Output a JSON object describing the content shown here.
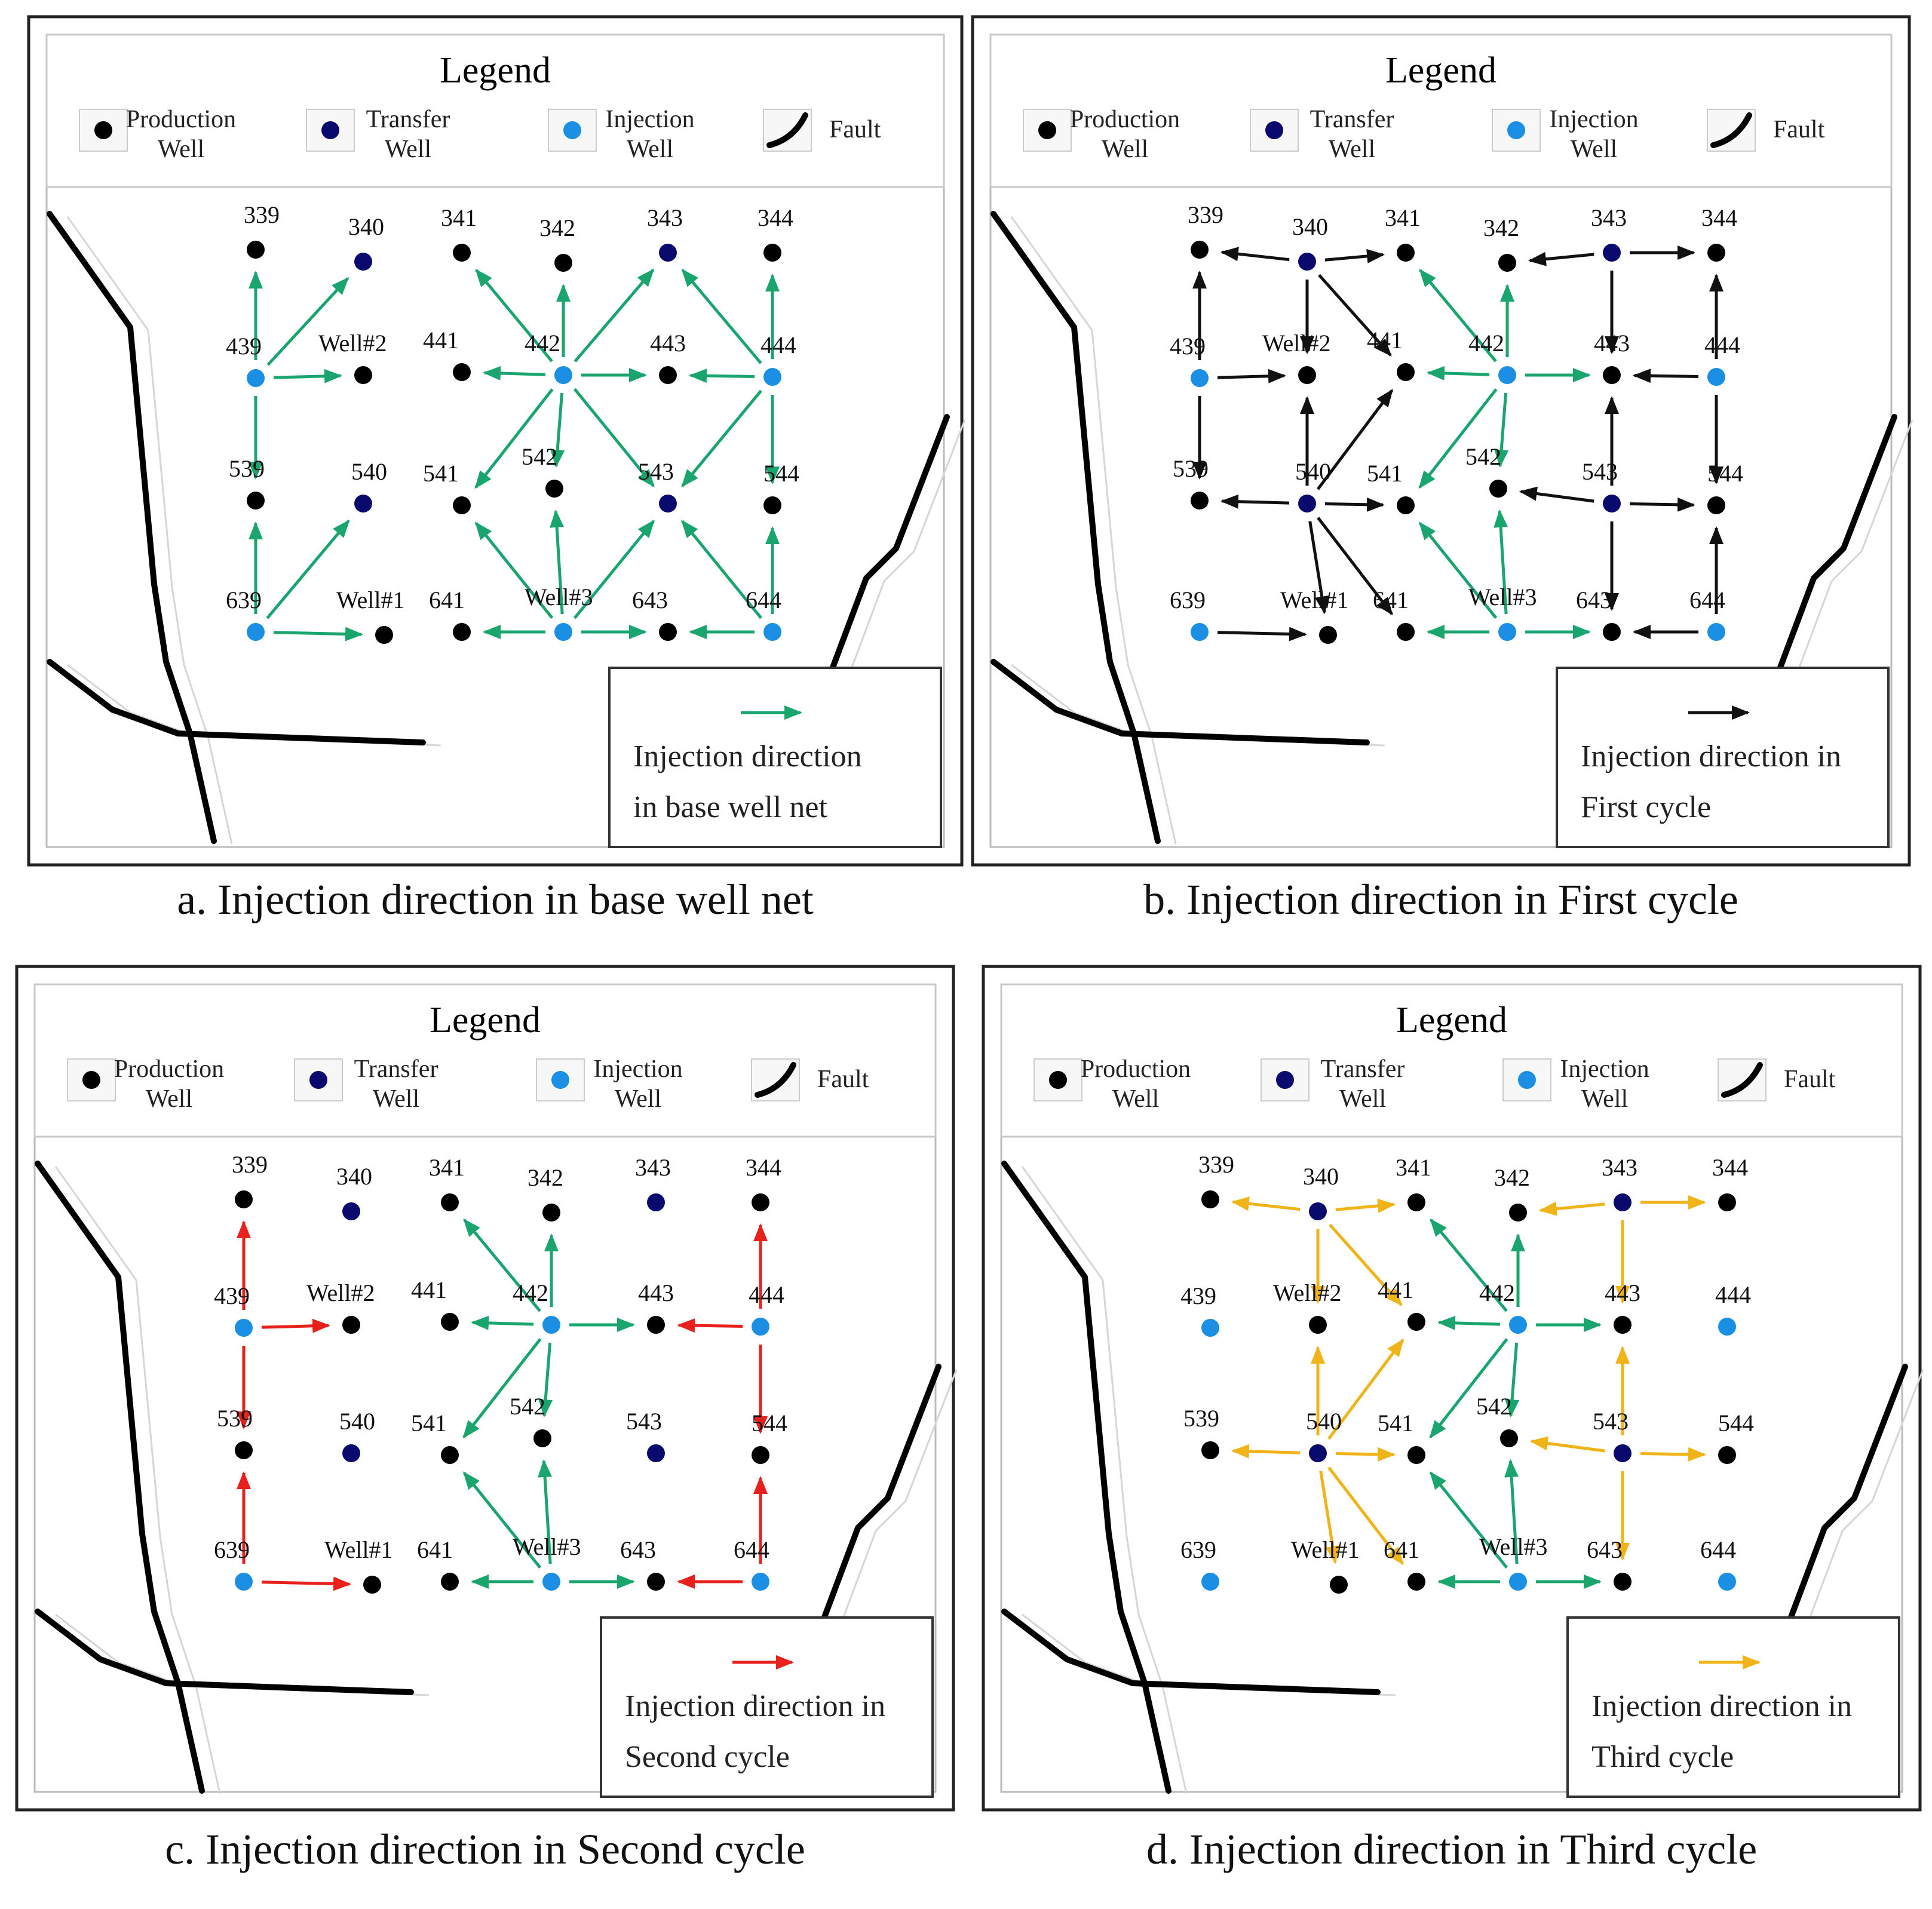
{
  "colors": {
    "production": "#000000",
    "transfer": "#0a0a6e",
    "injection": "#1a8fe3",
    "arrow_base": "#1aa56e",
    "arrow_first": "#111111",
    "arrow_second": "#e8211c",
    "arrow_third": "#f0b418",
    "fault": "#000000"
  },
  "legend": {
    "title": "Legend",
    "items": [
      {
        "type": "production",
        "line1": "Production",
        "line2": "Well",
        "icon": "black-dot-icon"
      },
      {
        "type": "transfer",
        "line1": "Transfer",
        "line2": "Well",
        "icon": "navy-dot-icon"
      },
      {
        "type": "injection",
        "line1": "Injection",
        "line2": "Well",
        "icon": "blue-dot-icon"
      },
      {
        "type": "fault",
        "line1": "Fault",
        "line2": "",
        "icon": "fault-line-icon"
      }
    ]
  },
  "well_labels": [
    "339",
    "340",
    "341",
    "342",
    "343",
    "344",
    "439",
    "Well#2",
    "441",
    "442",
    "443",
    "444",
    "539",
    "540",
    "541",
    "542",
    "543",
    "544",
    "639",
    "Well#1",
    "641",
    "Well#3",
    "643",
    "644"
  ],
  "panels": [
    {
      "id": "a",
      "caption": "a. Injection direction in base well net",
      "key_line1": "Injection direction",
      "key_line2": "in base well net",
      "key_color": "arrow_base",
      "well_types": {
        "339": "P",
        "340": "T",
        "341": "P",
        "342": "P",
        "343": "T",
        "344": "P",
        "439": "I",
        "Well#2": "P",
        "441": "P",
        "442": "I",
        "443": "P",
        "444": "I",
        "539": "P",
        "540": "T",
        "541": "P",
        "542": "P",
        "543": "T",
        "544": "P",
        "639": "I",
        "Well#1": "P",
        "641": "P",
        "Well#3": "I",
        "643": "P",
        "644": "I"
      },
      "arrows": [
        {
          "from": "439",
          "to": "339",
          "c": "arrow_base"
        },
        {
          "from": "439",
          "to": "340",
          "c": "arrow_base"
        },
        {
          "from": "439",
          "to": "Well#2",
          "c": "arrow_base"
        },
        {
          "from": "439",
          "to": "539",
          "c": "arrow_base"
        },
        {
          "from": "442",
          "to": "341",
          "c": "arrow_base"
        },
        {
          "from": "442",
          "to": "342",
          "c": "arrow_base"
        },
        {
          "from": "442",
          "to": "343",
          "c": "arrow_base"
        },
        {
          "from": "442",
          "to": "441",
          "c": "arrow_base"
        },
        {
          "from": "442",
          "to": "443",
          "c": "arrow_base"
        },
        {
          "from": "442",
          "to": "541",
          "c": "arrow_base"
        },
        {
          "from": "442",
          "to": "542",
          "c": "arrow_base"
        },
        {
          "from": "442",
          "to": "543",
          "c": "arrow_base"
        },
        {
          "from": "444",
          "to": "343",
          "c": "arrow_base"
        },
        {
          "from": "444",
          "to": "344",
          "c": "arrow_base"
        },
        {
          "from": "444",
          "to": "443",
          "c": "arrow_base"
        },
        {
          "from": "444",
          "to": "543",
          "c": "arrow_base"
        },
        {
          "from": "444",
          "to": "544",
          "c": "arrow_base"
        },
        {
          "from": "639",
          "to": "539",
          "c": "arrow_base"
        },
        {
          "from": "639",
          "to": "540",
          "c": "arrow_base"
        },
        {
          "from": "639",
          "to": "Well#1",
          "c": "arrow_base"
        },
        {
          "from": "Well#3",
          "to": "541",
          "c": "arrow_base"
        },
        {
          "from": "Well#3",
          "to": "542",
          "c": "arrow_base"
        },
        {
          "from": "Well#3",
          "to": "543",
          "c": "arrow_base"
        },
        {
          "from": "Well#3",
          "to": "641",
          "c": "arrow_base"
        },
        {
          "from": "Well#3",
          "to": "643",
          "c": "arrow_base"
        },
        {
          "from": "644",
          "to": "543",
          "c": "arrow_base"
        },
        {
          "from": "644",
          "to": "544",
          "c": "arrow_base"
        },
        {
          "from": "644",
          "to": "643",
          "c": "arrow_base"
        }
      ]
    },
    {
      "id": "b",
      "caption": "b. Injection direction in First cycle",
      "key_line1": "Injection direction in",
      "key_line2": "First cycle",
      "key_color": "arrow_first",
      "well_types": {
        "339": "P",
        "340": "T",
        "341": "P",
        "342": "P",
        "343": "T",
        "344": "P",
        "439": "I",
        "Well#2": "P",
        "441": "P",
        "442": "I",
        "443": "P",
        "444": "I",
        "539": "P",
        "540": "T",
        "541": "P",
        "542": "P",
        "543": "T",
        "544": "P",
        "639": "I",
        "Well#1": "P",
        "641": "P",
        "Well#3": "I",
        "643": "P",
        "644": "I"
      },
      "arrows": [
        {
          "from": "340",
          "to": "339",
          "c": "arrow_first"
        },
        {
          "from": "340",
          "to": "341",
          "c": "arrow_first"
        },
        {
          "from": "340",
          "to": "Well#2",
          "c": "arrow_first"
        },
        {
          "from": "340",
          "to": "441",
          "c": "arrow_first"
        },
        {
          "from": "439",
          "to": "339",
          "c": "arrow_first"
        },
        {
          "from": "439",
          "to": "Well#2",
          "c": "arrow_first"
        },
        {
          "from": "439",
          "to": "539",
          "c": "arrow_first"
        },
        {
          "from": "540",
          "to": "Well#2",
          "c": "arrow_first"
        },
        {
          "from": "540",
          "to": "441",
          "c": "arrow_first"
        },
        {
          "from": "540",
          "to": "539",
          "c": "arrow_first"
        },
        {
          "from": "540",
          "to": "541",
          "c": "arrow_first"
        },
        {
          "from": "540",
          "to": "Well#1",
          "c": "arrow_first"
        },
        {
          "from": "540",
          "to": "641",
          "c": "arrow_first"
        },
        {
          "from": "639",
          "to": "Well#1",
          "c": "arrow_first"
        },
        {
          "from": "442",
          "to": "341",
          "c": "arrow_base"
        },
        {
          "from": "442",
          "to": "342",
          "c": "arrow_base"
        },
        {
          "from": "442",
          "to": "441",
          "c": "arrow_base"
        },
        {
          "from": "442",
          "to": "443",
          "c": "arrow_base"
        },
        {
          "from": "442",
          "to": "541",
          "c": "arrow_base"
        },
        {
          "from": "442",
          "to": "542",
          "c": "arrow_base"
        },
        {
          "from": "Well#3",
          "to": "541",
          "c": "arrow_base"
        },
        {
          "from": "Well#3",
          "to": "542",
          "c": "arrow_base"
        },
        {
          "from": "Well#3",
          "to": "641",
          "c": "arrow_base"
        },
        {
          "from": "Well#3",
          "to": "643",
          "c": "arrow_base"
        },
        {
          "from": "343",
          "to": "342",
          "c": "arrow_first"
        },
        {
          "from": "343",
          "to": "344",
          "c": "arrow_first"
        },
        {
          "from": "343",
          "to": "443",
          "c": "arrow_first"
        },
        {
          "from": "444",
          "to": "344",
          "c": "arrow_first"
        },
        {
          "from": "444",
          "to": "443",
          "c": "arrow_first"
        },
        {
          "from": "444",
          "to": "544",
          "c": "arrow_first"
        },
        {
          "from": "543",
          "to": "443",
          "c": "arrow_first"
        },
        {
          "from": "543",
          "to": "542",
          "c": "arrow_first"
        },
        {
          "from": "543",
          "to": "544",
          "c": "arrow_first"
        },
        {
          "from": "543",
          "to": "643",
          "c": "arrow_first"
        },
        {
          "from": "644",
          "to": "544",
          "c": "arrow_first"
        },
        {
          "from": "644",
          "to": "643",
          "c": "arrow_first"
        }
      ]
    },
    {
      "id": "c",
      "caption": "c. Injection direction in Second cycle",
      "key_line1": "Injection direction in",
      "key_line2": "Second cycle",
      "key_color": "arrow_second",
      "well_types": {
        "339": "P",
        "340": "T",
        "341": "P",
        "342": "P",
        "343": "T",
        "344": "P",
        "439": "I",
        "Well#2": "P",
        "441": "P",
        "442": "I",
        "443": "P",
        "444": "I",
        "539": "P",
        "540": "T",
        "541": "P",
        "542": "P",
        "543": "T",
        "544": "P",
        "639": "I",
        "Well#1": "P",
        "641": "P",
        "Well#3": "I",
        "643": "P",
        "644": "I"
      },
      "arrows": [
        {
          "from": "439",
          "to": "339",
          "c": "arrow_second"
        },
        {
          "from": "439",
          "to": "Well#2",
          "c": "arrow_second"
        },
        {
          "from": "439",
          "to": "539",
          "c": "arrow_second"
        },
        {
          "from": "639",
          "to": "539",
          "c": "arrow_second"
        },
        {
          "from": "639",
          "to": "Well#1",
          "c": "arrow_second"
        },
        {
          "from": "444",
          "to": "344",
          "c": "arrow_second"
        },
        {
          "from": "444",
          "to": "443",
          "c": "arrow_second"
        },
        {
          "from": "444",
          "to": "544",
          "c": "arrow_second"
        },
        {
          "from": "644",
          "to": "544",
          "c": "arrow_second"
        },
        {
          "from": "644",
          "to": "643",
          "c": "arrow_second"
        },
        {
          "from": "442",
          "to": "341",
          "c": "arrow_base"
        },
        {
          "from": "442",
          "to": "342",
          "c": "arrow_base"
        },
        {
          "from": "442",
          "to": "441",
          "c": "arrow_base"
        },
        {
          "from": "442",
          "to": "443",
          "c": "arrow_base"
        },
        {
          "from": "442",
          "to": "541",
          "c": "arrow_base"
        },
        {
          "from": "442",
          "to": "542",
          "c": "arrow_base"
        },
        {
          "from": "Well#3",
          "to": "541",
          "c": "arrow_base"
        },
        {
          "from": "Well#3",
          "to": "542",
          "c": "arrow_base"
        },
        {
          "from": "Well#3",
          "to": "641",
          "c": "arrow_base"
        },
        {
          "from": "Well#3",
          "to": "643",
          "c": "arrow_base"
        }
      ]
    },
    {
      "id": "d",
      "caption": "d. Injection direction in Third cycle",
      "key_line1": "Injection direction in",
      "key_line2": "Third cycle",
      "key_color": "arrow_third",
      "well_types": {
        "339": "P",
        "340": "T",
        "341": "P",
        "342": "P",
        "343": "T",
        "344": "P",
        "439": "I",
        "Well#2": "P",
        "441": "P",
        "442": "I",
        "443": "P",
        "444": "I",
        "539": "P",
        "540": "T",
        "541": "P",
        "542": "P",
        "543": "T",
        "544": "P",
        "639": "I",
        "Well#1": "P",
        "641": "P",
        "Well#3": "I",
        "643": "P",
        "644": "I"
      },
      "arrows": [
        {
          "from": "340",
          "to": "339",
          "c": "arrow_third"
        },
        {
          "from": "340",
          "to": "341",
          "c": "arrow_third"
        },
        {
          "from": "340",
          "to": "Well#2",
          "c": "arrow_third"
        },
        {
          "from": "340",
          "to": "441",
          "c": "arrow_third"
        },
        {
          "from": "540",
          "to": "Well#2",
          "c": "arrow_third"
        },
        {
          "from": "540",
          "to": "441",
          "c": "arrow_third"
        },
        {
          "from": "540",
          "to": "539",
          "c": "arrow_third"
        },
        {
          "from": "540",
          "to": "541",
          "c": "arrow_third"
        },
        {
          "from": "540",
          "to": "Well#1",
          "c": "arrow_third"
        },
        {
          "from": "540",
          "to": "641",
          "c": "arrow_third"
        },
        {
          "from": "343",
          "to": "342",
          "c": "arrow_third"
        },
        {
          "from": "343",
          "to": "344",
          "c": "arrow_third"
        },
        {
          "from": "343",
          "to": "443",
          "c": "arrow_third"
        },
        {
          "from": "543",
          "to": "443",
          "c": "arrow_third"
        },
        {
          "from": "543",
          "to": "542",
          "c": "arrow_third"
        },
        {
          "from": "543",
          "to": "544",
          "c": "arrow_third"
        },
        {
          "from": "543",
          "to": "643",
          "c": "arrow_third"
        },
        {
          "from": "442",
          "to": "341",
          "c": "arrow_base"
        },
        {
          "from": "442",
          "to": "342",
          "c": "arrow_base"
        },
        {
          "from": "442",
          "to": "441",
          "c": "arrow_base"
        },
        {
          "from": "442",
          "to": "443",
          "c": "arrow_base"
        },
        {
          "from": "442",
          "to": "541",
          "c": "arrow_base"
        },
        {
          "from": "442",
          "to": "542",
          "c": "arrow_base"
        },
        {
          "from": "Well#3",
          "to": "541",
          "c": "arrow_base"
        },
        {
          "from": "Well#3",
          "to": "542",
          "c": "arrow_base"
        },
        {
          "from": "Well#3",
          "to": "641",
          "c": "arrow_base"
        },
        {
          "from": "Well#3",
          "to": "643",
          "c": "arrow_base"
        }
      ]
    }
  ]
}
